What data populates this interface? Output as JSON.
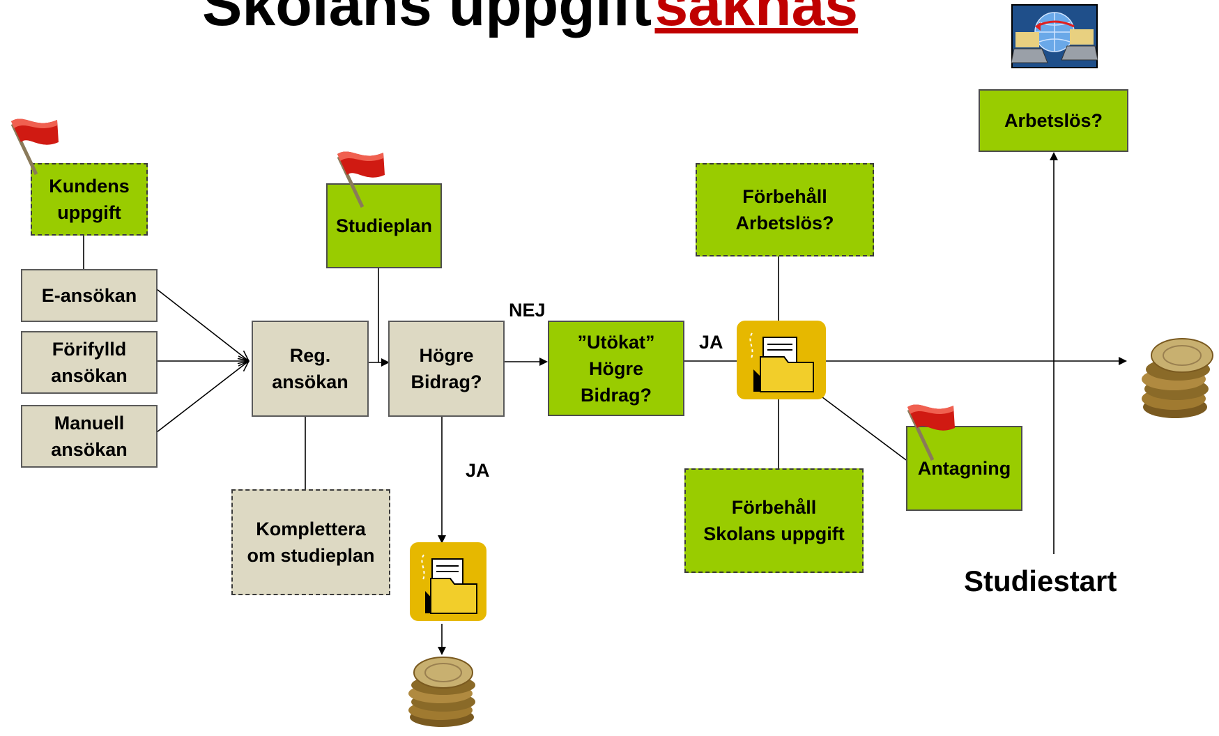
{
  "title": {
    "text": "Skolans uppgift",
    "emphasis": "saknas"
  },
  "nodes": {
    "kundens_uppgift": "Kundens\nuppgift",
    "e_ansokan": "E-ansökan",
    "forifylld_ansokan": "Förifylld\nansökan",
    "manuell_ansokan": "Manuell\nansökan",
    "reg_ansokan": "Reg.\nansökan",
    "studieplan": "Studieplan",
    "hogre_bidrag": "Högre\nBidrag?",
    "komplettera": "Komplettera\nom studieplan",
    "utokat_hogre_bidrag": "”Utökat”\nHögre\nBidrag?",
    "forbehall_arbetslos": "Förbehåll\nArbetslös?",
    "forbehall_skolans": "Förbehåll\nSkolans uppgift",
    "antagning": "Antagning",
    "arbetslos": "Arbetslös?"
  },
  "edge_labels": {
    "nej": "NEJ",
    "ja_right": "JA",
    "ja_down": "JA"
  },
  "studiestart": "Studiestart",
  "colors": {
    "green": "#99cc00",
    "beige": "#ddd9c3",
    "folder": "#e6b800",
    "flag": "#d01a12",
    "title_emphasis": "#c00000"
  },
  "icons": [
    "flag-icon",
    "folder-icon",
    "coins-icon",
    "network-computers-icon"
  ]
}
